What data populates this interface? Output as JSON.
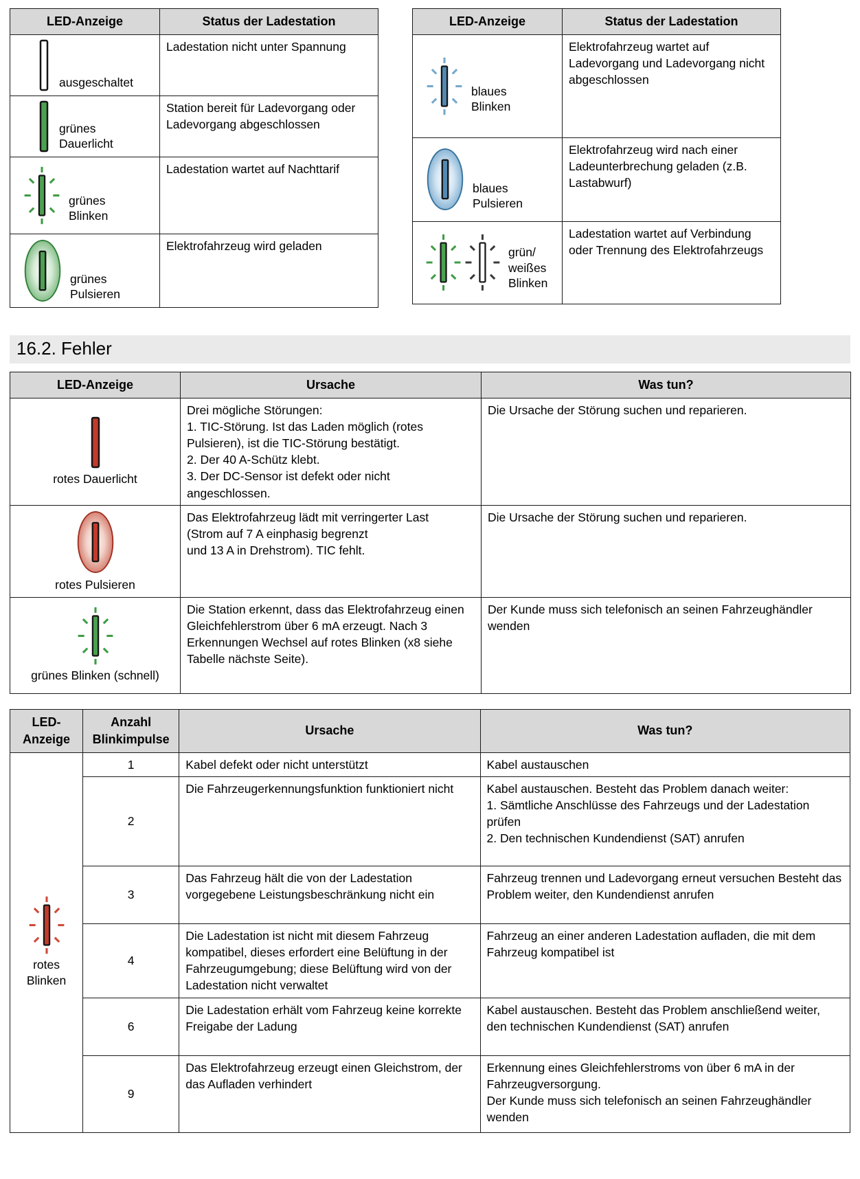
{
  "section": {
    "heading": "16.2. Fehler"
  },
  "led_colors": {
    "green": "#4ba150",
    "blue": "#5389b2",
    "red": "#c23b2c",
    "white": "#ffffff"
  },
  "status_tables": {
    "left": {
      "headers": {
        "led": "LED-Anzeige",
        "status": "Status der Ladestation"
      },
      "rows": [
        {
          "icon": "led-off",
          "label": "ausgeschaltet",
          "status": "Ladestation nicht unter Spannung"
        },
        {
          "icon": "led-green-solid",
          "label": "grünes\nDauerlicht",
          "status": "Station bereit für Ladevorgang oder Ladevorgang abgeschlossen"
        },
        {
          "icon": "led-green-blinking",
          "label": "grünes\nBlinken",
          "status": "Ladestation wartet auf Nachttarif"
        },
        {
          "icon": "led-green-pulsing",
          "label": "grünes\nPulsieren",
          "status": "Elektrofahrzeug wird geladen"
        }
      ]
    },
    "right": {
      "headers": {
        "led": "LED-Anzeige",
        "status": "Status der Ladestation"
      },
      "rows": [
        {
          "icon": "led-blue-blinking",
          "label": "blaues\nBlinken",
          "status": "Elektrofahrzeug wartet auf Ladevorgang und Ladevorgang nicht abgeschlossen"
        },
        {
          "icon": "led-blue-pulsing",
          "label": "blaues\nPulsieren",
          "status": "Elektrofahrzeug wird nach einer Ladeunterbrechung geladen (z.B. Lastabwurf)"
        },
        {
          "icon": "led-green-white-blinking",
          "label": "grün/\nweißes\nBlinken",
          "status": "Ladestation wartet auf Verbindung oder Trennung des Elektrofahrzeugs"
        }
      ]
    }
  },
  "error_table": {
    "headers": {
      "led": "LED-Anzeige",
      "cause": "Ursache",
      "action": "Was tun?"
    },
    "rows": [
      {
        "icon": "led-red-solid",
        "label": "rotes Dauerlicht",
        "cause": "Drei mögliche Störungen:\n1. TIC-Störung. Ist das Laden möglich (rotes Pulsieren), ist die TIC-Störung bestätigt.\n2. Der 40 A-Schütz klebt.\n3. Der DC-Sensor ist defekt oder nicht angeschlossen.",
        "action": "Die Ursache der Störung suchen und reparieren."
      },
      {
        "icon": "led-red-pulsing",
        "label": "rotes Pulsieren",
        "cause": "Das Elektrofahrzeug lädt mit verringerter Last\n(Strom auf 7 A einphasig begrenzt\nund 13 A in Drehstrom). TIC fehlt.",
        "action": "Die Ursache der Störung suchen und reparieren."
      },
      {
        "icon": "led-green-blinking-fast",
        "label": "grünes Blinken (schnell)",
        "cause": "Die Station erkennt, dass das Elektrofahrzeug einen Gleichfehlerstrom über 6 mA erzeugt. Nach 3 Erkennungen Wechsel auf rotes Blinken (x8 siehe Tabelle nächste Seite).",
        "action": "Der Kunde muss sich telefonisch an seinen Fahrzeughändler wenden"
      }
    ]
  },
  "blink_table": {
    "headers": {
      "led": "LED-Anzeige",
      "count": "Anzahl Blinkimpulse",
      "cause": "Ursache",
      "action": "Was tun?"
    },
    "led_icon": "led-red-blinking",
    "led_label": "rotes\nBlinken",
    "rows": [
      {
        "count": "1",
        "cause": "Kabel defekt oder nicht unterstützt",
        "action": "Kabel austauschen"
      },
      {
        "count": "2",
        "cause": "Die Fahrzeugerkennungsfunktion funktioniert nicht",
        "action": "Kabel austauschen. Besteht das Problem danach weiter:\n1. Sämtliche Anschlüsse des Fahrzeugs und der Ladestation prüfen\n2. Den technischen Kundendienst (SAT) anrufen"
      },
      {
        "count": "3",
        "cause": "Das Fahrzeug hält die von der Ladestation vorgegebene Leistungsbeschränkung nicht ein",
        "action": "Fahrzeug trennen und Ladevorgang erneut versuchen Besteht das Problem weiter, den Kundendienst anrufen"
      },
      {
        "count": "4",
        "cause": "Die Ladestation ist nicht mit diesem Fahrzeug kompatibel, dieses erfordert eine Belüftung in der Fahrzeugumgebung; diese Belüftung wird von der Ladestation nicht verwaltet",
        "action": "Fahrzeug an einer anderen Ladestation aufladen, die mit dem Fahrzeug kompatibel ist"
      },
      {
        "count": "6",
        "cause": "Die Ladestation erhält vom Fahrzeug keine korrekte Freigabe der Ladung",
        "action": "Kabel austauschen. Besteht das Problem anschließend weiter, den technischen Kundendienst (SAT) anrufen"
      },
      {
        "count": "9",
        "cause": "Das Elektrofahrzeug erzeugt einen Gleichstrom, der das Aufladen verhindert",
        "action": "Erkennung eines Gleichfehlerstroms von über 6 mA in der Fahrzeugversorgung.\nDer Kunde muss sich telefonisch an seinen Fahrzeughändler wenden"
      }
    ]
  }
}
